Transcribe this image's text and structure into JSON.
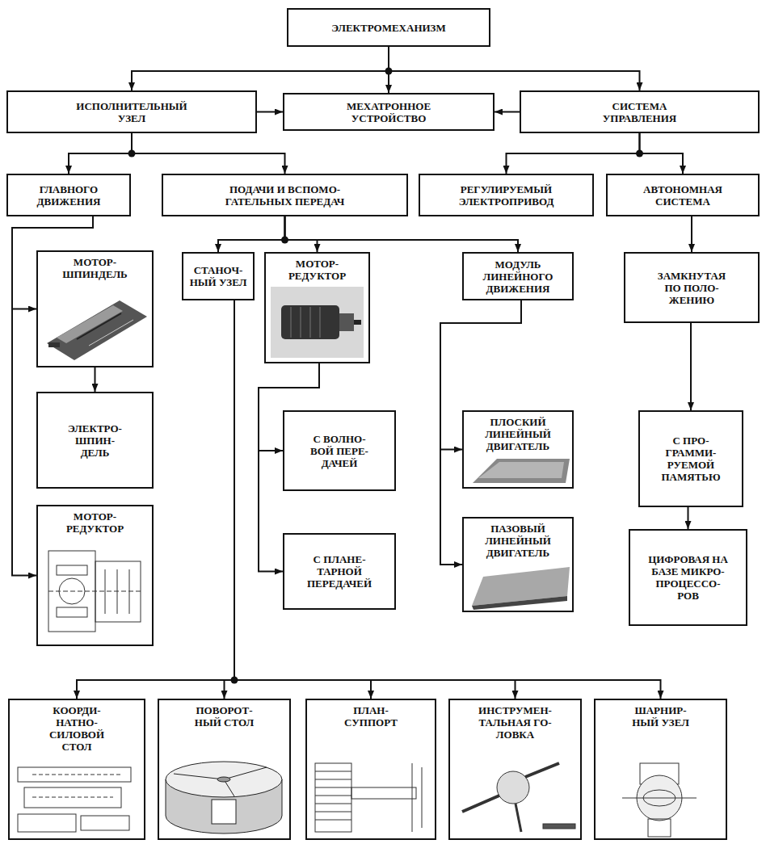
{
  "diagram": {
    "nodes": [
      {
        "text": [
          "ЭЛЕКТРОМЕХАНИЗМ"
        ]
      },
      {
        "text": [
          "ИСПОЛНИТЕЛЬНЫЙ УЗЕЛ"
        ]
      },
      {
        "text": [
          "МЕХАТРОННОЕ УСТРОЙСТВО"
        ]
      },
      {
        "text": [
          "СИСТЕМА УПРАВЛЕНИЯ"
        ]
      },
      {
        "text": [
          "ГЛАВНОГО ДВИЖЕНИЯ"
        ]
      },
      {
        "text": [
          "ПОДАЧИ И ВСПОМО- ГАТЕЛЬНЫХ ПЕРЕДАЧ"
        ]
      },
      {
        "text": [
          "РЕГУЛИРУЕМЫЙ ЭЛЕКТРОПРИВОД"
        ]
      },
      {
        "text": [
          "АВТОНОМНАЯ СИСТЕМА"
        ]
      },
      {
        "text": [
          "МОТОР- ШПИНДЕЛЬ"
        ]
      },
      {
        "text": [
          "СТАНОЧ- НЫЙ УЗЕЛ"
        ]
      },
      {
        "text": [
          "МОТОР- РЕДУКТОР"
        ]
      },
      {
        "text": [
          "МОДУЛЬ ЛИНЕЙНОГО ДВИЖЕНИЯ"
        ]
      },
      {
        "text": [
          "ЗАМКНУТАЯ ПО ПОЛО- ЖЕНИЮ"
        ]
      },
      {
        "text": [
          "ЭЛЕКТРО- ШПИН- ДЕЛЬ"
        ]
      },
      {
        "text": [
          "С ВОЛНО- ВОЙ ПЕРЕ- ДАЧЕЙ"
        ]
      },
      {
        "text": [
          "ПЛОСКИЙ ЛИНЕЙНЫЙ ДВИГАТЕЛЬ"
        ]
      },
      {
        "text": [
          "С ПРО- ГРАММИ- РУЕМОЙ ПАМЯТЬЮ"
        ]
      },
      {
        "text": [
          "МОТОР- РЕДУКТОР"
        ]
      },
      {
        "text": [
          "С ПЛАНЕ- ТАРНОЙ ПЕРЕДАЧЕЙ"
        ]
      },
      {
        "text": [
          "ПАЗОВЫЙ ЛИНЕЙНЫЙ ДВИГАТЕЛЬ"
        ]
      },
      {
        "text": [
          "ЦИФРОВАЯ НА БАЗЕ МИКРО- ПРОЦЕССО- РОВ"
        ]
      },
      {
        "text": [
          "КООРДИ- НАТНО- СИЛОВОЙ СТОЛ"
        ]
      },
      {
        "text": [
          "ПОВОРОТ- НЫЙ СТОЛ"
        ]
      },
      {
        "text": [
          "ПЛАН- СУППОРТ"
        ]
      },
      {
        "text": [
          "ИНСТРУМЕН- ТАЛЬНАЯ ГО- ЛОВКА"
        ]
      },
      {
        "text": [
          "ШАРНИР- НЫЙ УЗЕЛ"
        ]
      }
    ],
    "edges": [
      {
        "from": 0,
        "to": 1,
        "arrow": "to"
      },
      {
        "from": 0,
        "to": 2,
        "arrow": "to"
      },
      {
        "from": 0,
        "to": 3,
        "arrow": "to"
      },
      {
        "from": 1,
        "to": 2,
        "arrow": "to"
      },
      {
        "from": 3,
        "to": 2,
        "arrow": "to"
      },
      {
        "from": 1,
        "to": 4,
        "arrow": "to"
      },
      {
        "from": 1,
        "to": 5,
        "arrow": "to"
      },
      {
        "from": 3,
        "to": 6,
        "arrow": "to"
      },
      {
        "from": 3,
        "to": 7,
        "arrow": "to"
      },
      {
        "from": 4,
        "to": 8,
        "arrow": "to"
      },
      {
        "from": 4,
        "to": 17,
        "arrow": "to"
      },
      {
        "from": 8,
        "to": 13,
        "arrow": "to"
      },
      {
        "from": 5,
        "to": 9,
        "arrow": "to"
      },
      {
        "from": 5,
        "to": 10,
        "arrow": "to"
      },
      {
        "from": 5,
        "to": 11,
        "arrow": "to"
      },
      {
        "from": 10,
        "to": 14,
        "arrow": "to"
      },
      {
        "from": 10,
        "to": 18,
        "arrow": "to"
      },
      {
        "from": 11,
        "to": 15,
        "arrow": "to"
      },
      {
        "from": 11,
        "to": 19,
        "arrow": "to"
      },
      {
        "from": 7,
        "to": 12,
        "arrow": "to"
      },
      {
        "from": 12,
        "to": 16,
        "arrow": "to"
      },
      {
        "from": 16,
        "to": 20,
        "arrow": "to"
      },
      {
        "from": 9,
        "to": 21,
        "arrow": "to"
      },
      {
        "from": 9,
        "to": 22,
        "arrow": "to"
      },
      {
        "from": 9,
        "to": 23,
        "arrow": "to"
      },
      {
        "from": 9,
        "to": 24,
        "arrow": "to"
      },
      {
        "from": 9,
        "to": 25,
        "arrow": "to"
      }
    ]
  }
}
